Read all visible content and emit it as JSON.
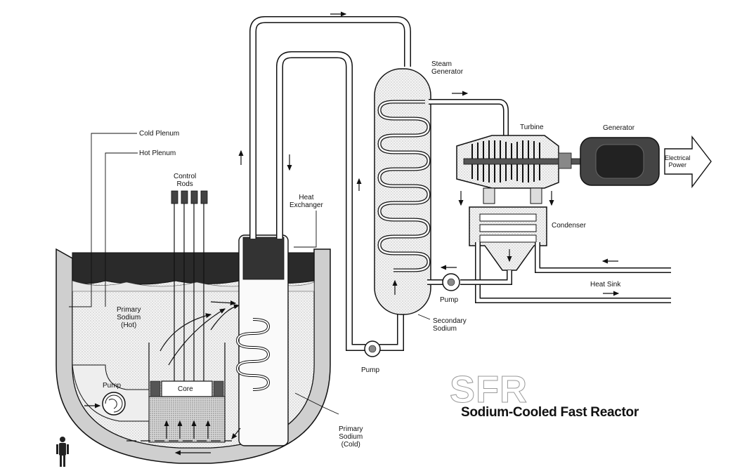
{
  "diagram": {
    "logo": "SFR",
    "title": "Sodium-Cooled Fast Reactor",
    "labels": {
      "cold_plenum": "Cold Plenum",
      "hot_plenum": "Hot Plenum",
      "control_rods": "Control\nRods",
      "heat_exchanger": "Heat\nExchanger",
      "steam_generator": "Steam\nGenerator",
      "turbine": "Turbine",
      "generator": "Generator",
      "electrical_power": "Electrical\nPower",
      "condenser": "Condenser",
      "heat_sink": "Heat Sink",
      "pump_secondary_right": "Pump",
      "secondary_sodium": "Secondary\nSodium",
      "pump_secondary_bottom": "Pump",
      "primary_sodium_hot": "Primary\nSodium\n(Hot)",
      "core": "Core",
      "pump_primary": "Pump",
      "primary_sodium_cold": "Primary\nSodium\n(Cold)"
    }
  }
}
